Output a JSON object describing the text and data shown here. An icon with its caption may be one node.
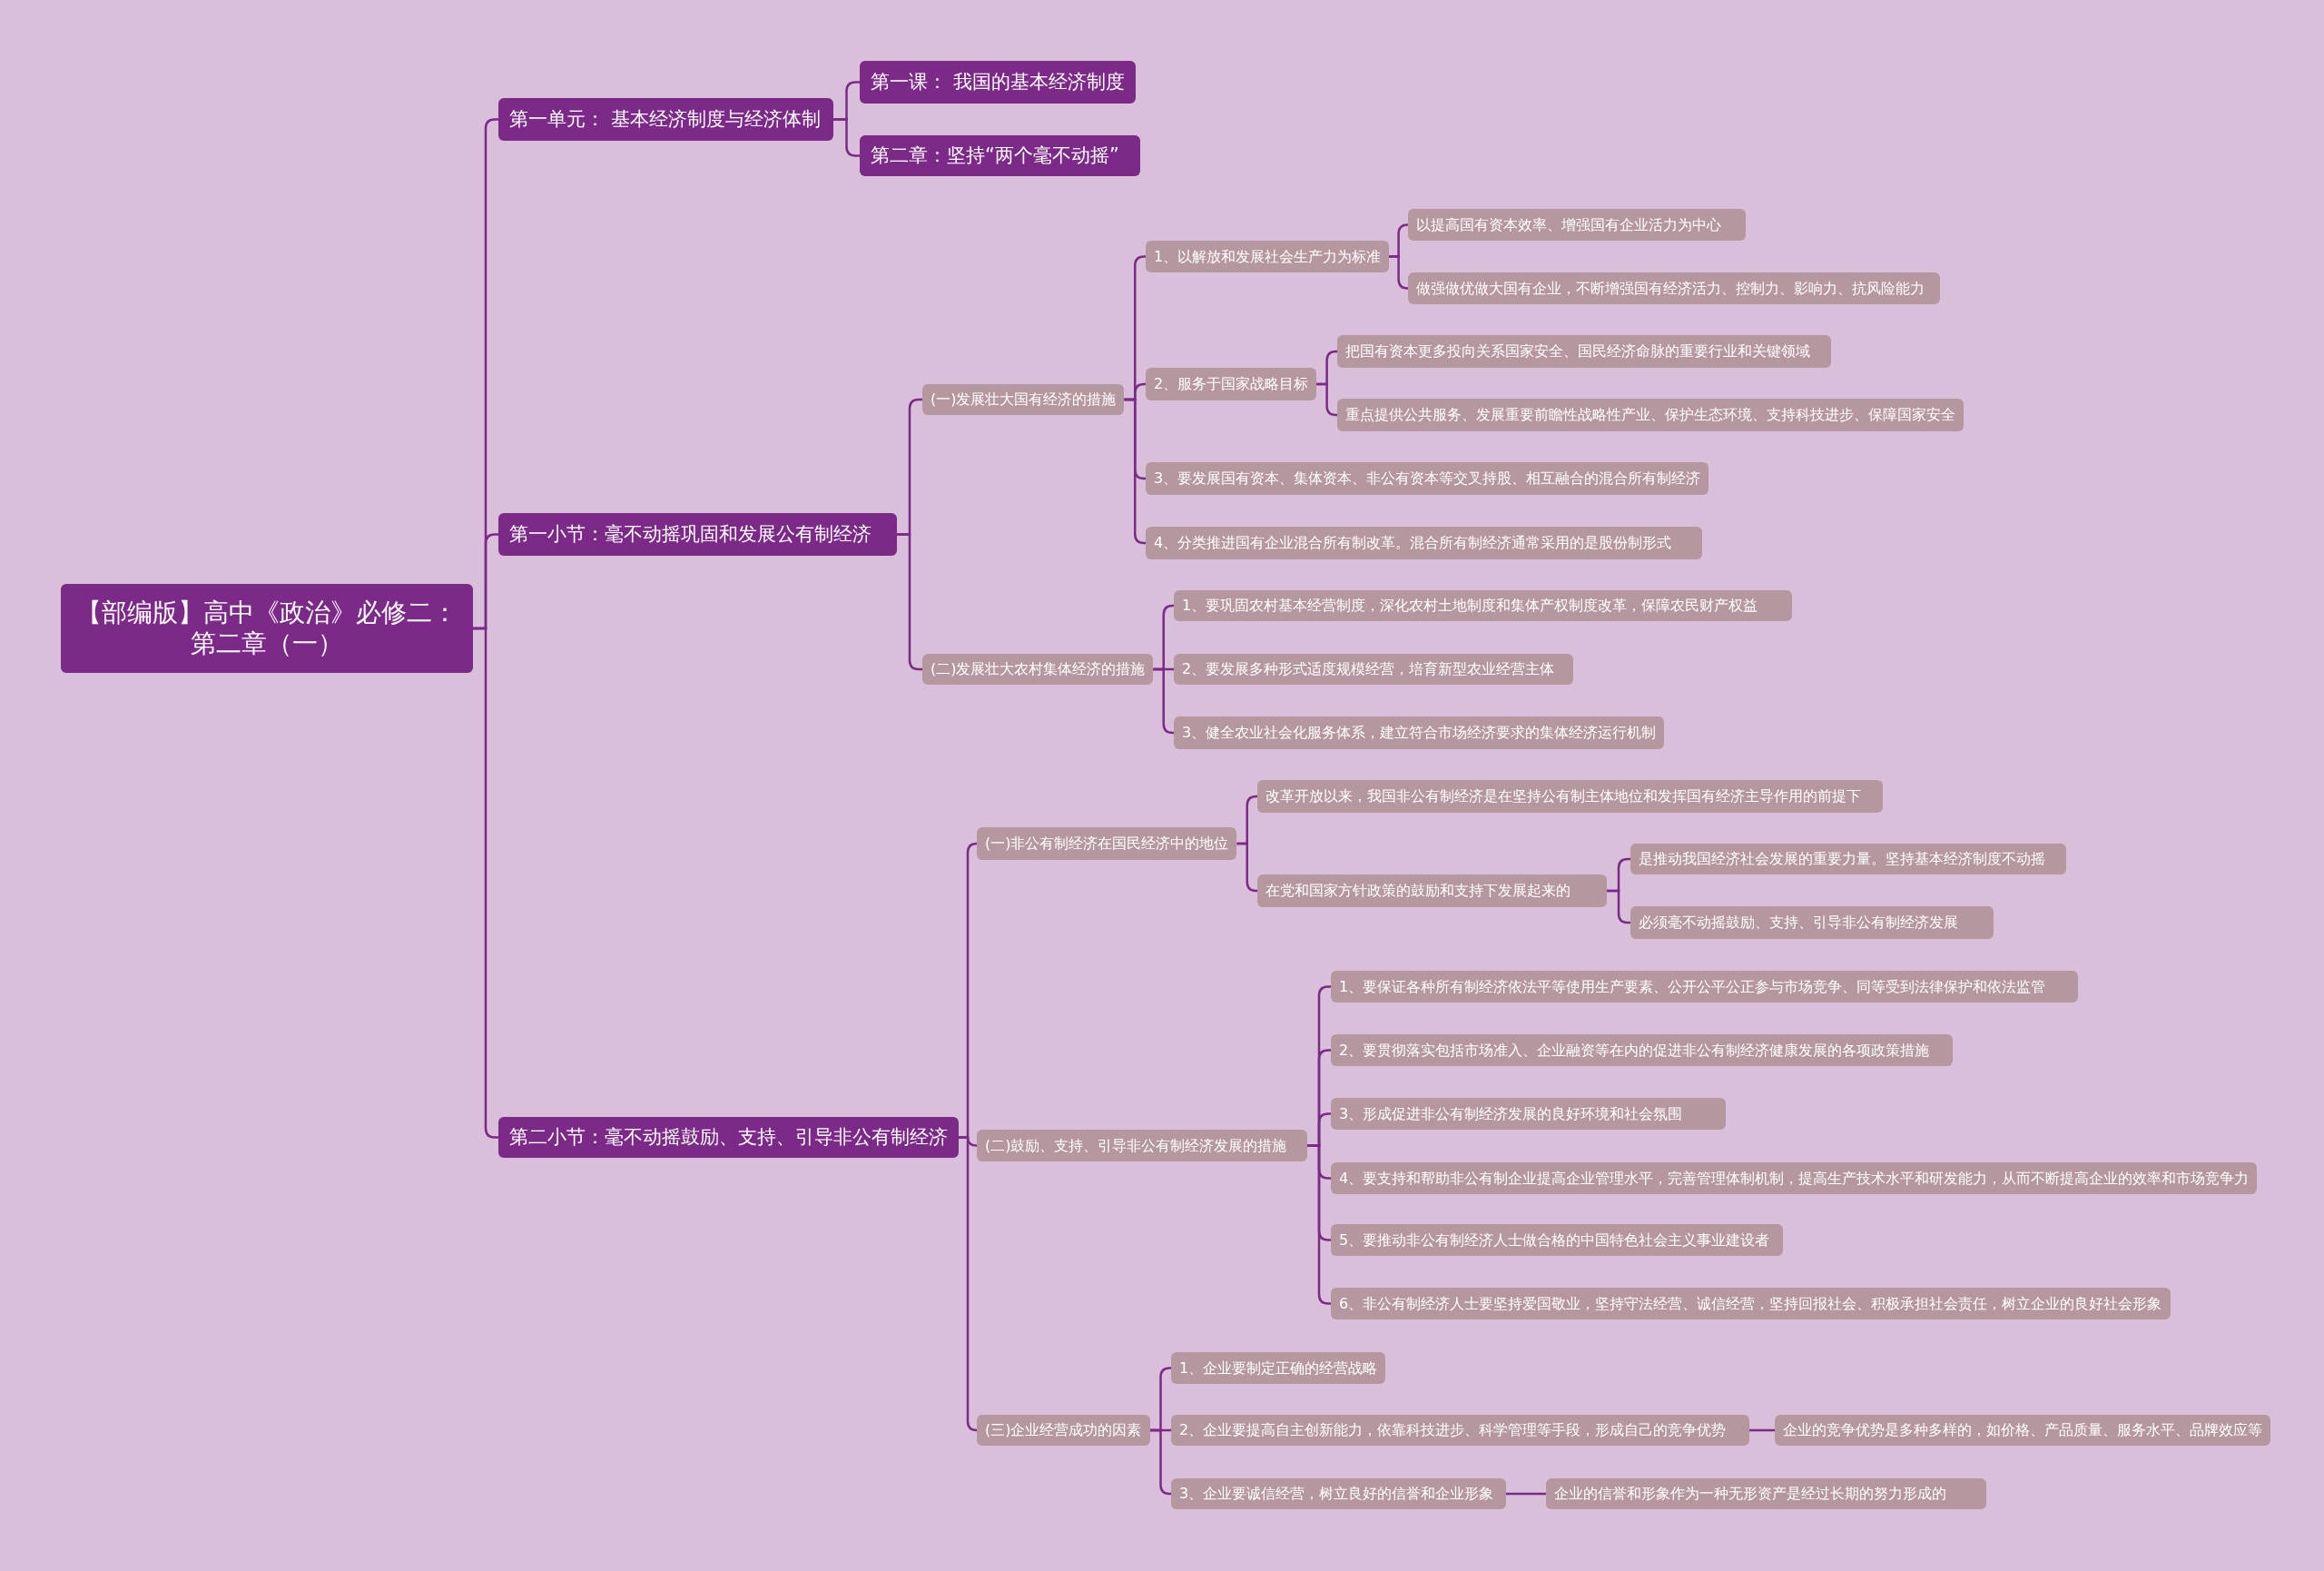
{
  "diagram": {
    "nodes": [
      {
        "text": [
          "【部编版】高中《政治》必修二：第二章（一）"
        ]
      },
      {
        "text": [
          "第一单元： 基本经济制度与经济体制"
        ]
      },
      {
        "text": [
          "第一课： 我国的基本经济制度"
        ]
      },
      {
        "text": [
          "第二章：坚持“两个毫不动摇”"
        ]
      },
      {
        "text": [
          "第一小节：毫不动摇巩固和发展公有制经济"
        ]
      },
      {
        "text": [
          "(一)发展壮大国有经济的措施"
        ]
      },
      {
        "text": [
          "1、以解放和发展社会生产力为标准"
        ]
      },
      {
        "text": [
          "以提高国有资本效率、增强国有企业活力为中心"
        ]
      },
      {
        "text": [
          "做强做优做大国有企业，不断增强国有经济活力、控制力、影响力、抗风险能力"
        ]
      },
      {
        "text": [
          "2、服务于国家战略目标"
        ]
      },
      {
        "text": [
          "把国有资本更多投向关系国家安全、国民经济命脉的重要行业和关键领域"
        ]
      },
      {
        "text": [
          "重点提供公共服务、发展重要前瞻性战略性产业、保护生态环境、支持科技进步、保障国家安全"
        ]
      },
      {
        "text": [
          "3、要发展国有资本、集体资本、非公有资本等交叉持股、相互融合的混合所有制经济"
        ]
      },
      {
        "text": [
          "4、分类推进国有企业混合所有制改革。混合所有制经济通常采用的是股份制形式"
        ]
      },
      {
        "text": [
          "(二)发展壮大农村集体经济的措施"
        ]
      },
      {
        "text": [
          "1、要巩固农村基本经营制度，深化农村土地制度和集体产权制度改革，保障农民财产权益"
        ]
      },
      {
        "text": [
          "2、要发展多种形式适度规模经营，培育新型农业经营主体"
        ]
      },
      {
        "text": [
          "3、健全农业社会化服务体系，建立符合市场经济要求的集体经济运行机制"
        ]
      },
      {
        "text": [
          "第二小节：毫不动摇鼓励、支持、引导非公有制经济"
        ]
      },
      {
        "text": [
          "(一)非公有制经济在国民经济中的地位"
        ]
      },
      {
        "text": [
          "改革开放以来，我国非公有制经济是在坚持公有制主体地位和发挥国有经济主导作用的前提下"
        ]
      },
      {
        "text": [
          "在党和国家方针政策的鼓励和支持下发展起来的"
        ]
      },
      {
        "text": [
          "是推动我国经济社会发展的重要力量。坚持基本经济制度不动摇"
        ]
      },
      {
        "text": [
          "必须毫不动摇鼓励、支持、引导非公有制经济发展"
        ]
      },
      {
        "text": [
          "(二)鼓励、支持、引导非公有制经济发展的措施"
        ]
      },
      {
        "text": [
          "1、要保证各种所有制经济依法平等使用生产要素、公开公平公正参与市场竞争、同等受到法律保护和依法监管"
        ]
      },
      {
        "text": [
          "2、要贯彻落实包括市场准入、企业融资等在内的促进非公有制经济健康发展的各项政策措施"
        ]
      },
      {
        "text": [
          "3、形成促进非公有制经济发展的良好环境和社会氛围"
        ]
      },
      {
        "text": [
          "4、要支持和帮助非公有制企业提高企业管理水平，完善管理体制机制，提高生产技术水平和研发能力，从而不断提高企业的效率和市场竞争力"
        ]
      },
      {
        "text": [
          "5、要推动非公有制经济人士做合格的中国特色社会主义事业建设者"
        ]
      },
      {
        "text": [
          "6、非公有制经济人士要坚持爱国敬业，坚持守法经营、诚信经营，坚持回报社会、积极承担社会责任，树立企业的良好社会形象"
        ]
      },
      {
        "text": [
          "(三)企业经营成功的因素"
        ]
      },
      {
        "text": [
          "1、企业要制定正确的经营战略"
        ]
      },
      {
        "text": [
          "2、企业要提高自主创新能力，依靠科技进步、科学管理等手段，形成自己的竞争优势"
        ]
      },
      {
        "text": [
          "企业的竞争优势是多种多样的，如价格、产品质量、服务水平、品牌效应等"
        ]
      },
      {
        "text": [
          "3、企业要诚信经营，树立良好的信誉和企业形象"
        ]
      },
      {
        "text": [
          "企业的信誉和形象作为一种无形资产是经过长期的努力形成的"
        ]
      }
    ],
    "edges": [
      {
        "from": 0,
        "to": 1,
        "arrow": "none"
      },
      {
        "from": 1,
        "to": 2,
        "arrow": "none"
      },
      {
        "from": 1,
        "to": 3,
        "arrow": "none"
      },
      {
        "from": 0,
        "to": 4,
        "arrow": "none"
      },
      {
        "from": 4,
        "to": 5,
        "arrow": "none"
      },
      {
        "from": 5,
        "to": 6,
        "arrow": "none"
      },
      {
        "from": 6,
        "to": 7,
        "arrow": "none"
      },
      {
        "from": 6,
        "to": 8,
        "arrow": "none"
      },
      {
        "from": 5,
        "to": 9,
        "arrow": "none"
      },
      {
        "from": 9,
        "to": 10,
        "arrow": "none"
      },
      {
        "from": 9,
        "to": 11,
        "arrow": "none"
      },
      {
        "from": 5,
        "to": 12,
        "arrow": "none"
      },
      {
        "from": 5,
        "to": 13,
        "arrow": "none"
      },
      {
        "from": 4,
        "to": 14,
        "arrow": "none"
      },
      {
        "from": 14,
        "to": 15,
        "arrow": "none"
      },
      {
        "from": 14,
        "to": 16,
        "arrow": "none"
      },
      {
        "from": 14,
        "to": 17,
        "arrow": "none"
      },
      {
        "from": 0,
        "to": 18,
        "arrow": "none"
      },
      {
        "from": 18,
        "to": 19,
        "arrow": "none"
      },
      {
        "from": 19,
        "to": 20,
        "arrow": "none"
      },
      {
        "from": 19,
        "to": 21,
        "arrow": "none"
      },
      {
        "from": 21,
        "to": 22,
        "arrow": "none"
      },
      {
        "from": 21,
        "to": 23,
        "arrow": "none"
      },
      {
        "from": 18,
        "to": 24,
        "arrow": "none"
      },
      {
        "from": 24,
        "to": 25,
        "arrow": "none"
      },
      {
        "from": 24,
        "to": 26,
        "arrow": "none"
      },
      {
        "from": 24,
        "to": 27,
        "arrow": "none"
      },
      {
        "from": 24,
        "to": 28,
        "arrow": "none"
      },
      {
        "from": 24,
        "to": 29,
        "arrow": "none"
      },
      {
        "from": 24,
        "to": 30,
        "arrow": "none"
      },
      {
        "from": 18,
        "to": 31,
        "arrow": "none"
      },
      {
        "from": 31,
        "to": 32,
        "arrow": "none"
      },
      {
        "from": 31,
        "to": 33,
        "arrow": "none"
      },
      {
        "from": 33,
        "to": 34,
        "arrow": "none"
      },
      {
        "from": 31,
        "to": 35,
        "arrow": "none"
      },
      {
        "from": 35,
        "to": 36,
        "arrow": "none"
      }
    ]
  }
}
